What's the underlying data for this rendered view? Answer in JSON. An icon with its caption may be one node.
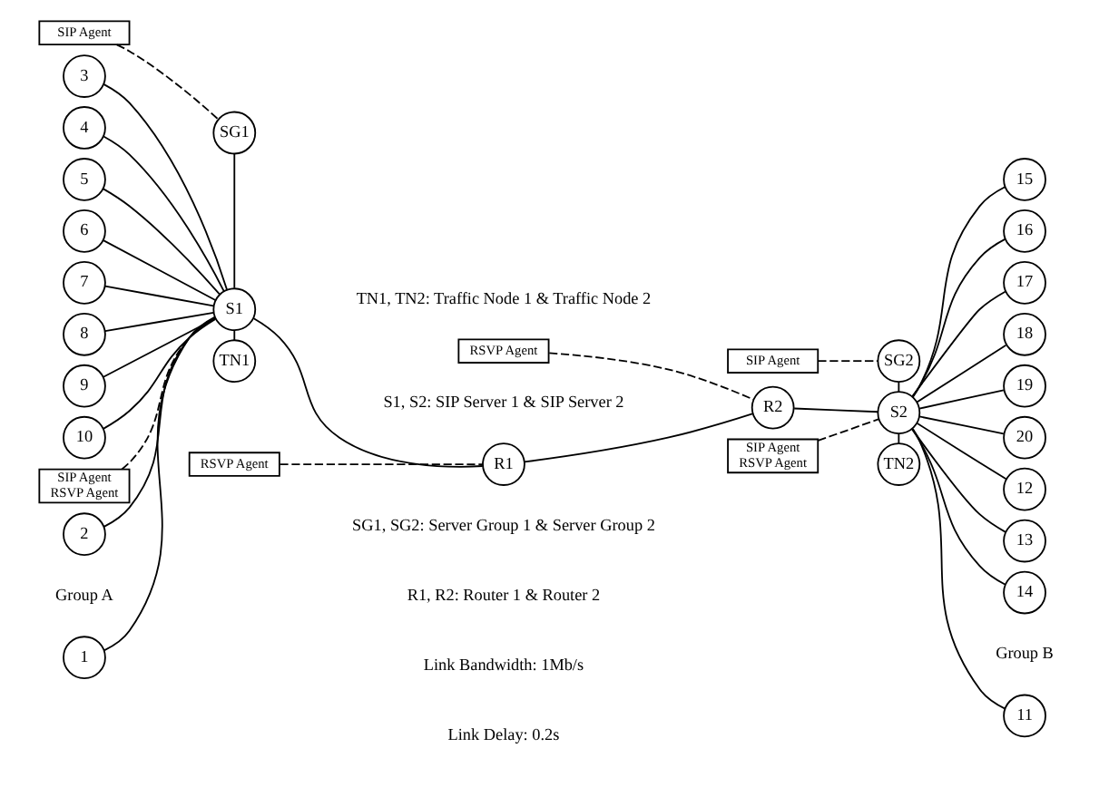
{
  "diagram": {
    "nodes": [
      {
        "text": [
          "SIP Agent"
        ]
      },
      {
        "text": [
          "SIP Agent"
        ]
      },
      {
        "text": [
          "SG1"
        ]
      },
      {
        "text": [
          "SG2"
        ]
      },
      {
        "text": [
          "1"
        ]
      },
      {
        "text": [
          "2"
        ]
      },
      {
        "text": [
          "3"
        ]
      },
      {
        "text": [
          "4"
        ]
      },
      {
        "text": [
          "5"
        ]
      },
      {
        "text": [
          "6"
        ]
      },
      {
        "text": [
          "7"
        ]
      },
      {
        "text": [
          "8"
        ]
      },
      {
        "text": [
          "9"
        ]
      },
      {
        "text": [
          "10"
        ]
      },
      {
        "text": [
          "SIP Agent",
          "RSVP Agent"
        ]
      },
      {
        "text": [
          "SIP Agent",
          "RSVP Agent"
        ]
      },
      {
        "text": [
          "S1"
        ]
      },
      {
        "text": [
          "R1"
        ]
      },
      {
        "text": [
          "R2"
        ]
      },
      {
        "text": [
          "S2"
        ]
      },
      {
        "text": [
          "RSVP Agent"
        ]
      },
      {
        "text": [
          "RSVP Agent"
        ]
      },
      {
        "text": [
          "TN1"
        ]
      },
      {
        "text": [
          "TN2"
        ]
      },
      {
        "text": [
          "11"
        ]
      },
      {
        "text": [
          "12"
        ]
      },
      {
        "text": [
          "13"
        ]
      },
      {
        "text": [
          "14"
        ]
      },
      {
        "text": [
          "15"
        ]
      },
      {
        "text": [
          "16"
        ]
      },
      {
        "text": [
          "17"
        ]
      },
      {
        "text": [
          "18"
        ]
      },
      {
        "text": [
          "19"
        ]
      },
      {
        "text": [
          "20"
        ]
      }
    ],
    "edges": [
      {
        "from": 0,
        "to": 2,
        "arrow": "none",
        "style": "dashed"
      },
      {
        "from": 1,
        "to": 3,
        "arrow": "none",
        "style": "dashed"
      },
      {
        "from": 2,
        "to": 16,
        "arrow": "none"
      },
      {
        "from": 3,
        "to": 19,
        "arrow": "none"
      },
      {
        "from": 4,
        "to": 16,
        "arrow": "none"
      },
      {
        "from": 5,
        "to": 16,
        "arrow": "none"
      },
      {
        "from": 6,
        "to": 16,
        "arrow": "none"
      },
      {
        "from": 7,
        "to": 16,
        "arrow": "none"
      },
      {
        "from": 8,
        "to": 16,
        "arrow": "none"
      },
      {
        "from": 9,
        "to": 16,
        "arrow": "none"
      },
      {
        "from": 10,
        "to": 16,
        "arrow": "none"
      },
      {
        "from": 11,
        "to": 16,
        "arrow": "none"
      },
      {
        "from": 12,
        "to": 16,
        "arrow": "none"
      },
      {
        "from": 13,
        "to": 16,
        "arrow": "none"
      },
      {
        "from": 14,
        "to": 16,
        "arrow": "none",
        "style": "dashed"
      },
      {
        "from": 15,
        "to": 19,
        "arrow": "none",
        "style": "dashed"
      },
      {
        "from": 16,
        "to": 17,
        "arrow": "none"
      },
      {
        "from": 17,
        "to": 18,
        "arrow": "none"
      },
      {
        "from": 18,
        "to": 19,
        "arrow": "none"
      },
      {
        "from": 20,
        "to": 17,
        "arrow": "none",
        "style": "dashed"
      },
      {
        "from": 21,
        "to": 18,
        "arrow": "none",
        "style": "dashed"
      },
      {
        "from": 16,
        "to": 22,
        "arrow": "none"
      },
      {
        "from": 19,
        "to": 23,
        "arrow": "none"
      },
      {
        "from": 19,
        "to": 24,
        "arrow": "none"
      },
      {
        "from": 19,
        "to": 25,
        "arrow": "none"
      },
      {
        "from": 19,
        "to": 26,
        "arrow": "none"
      },
      {
        "from": 19,
        "to": 27,
        "arrow": "none"
      },
      {
        "from": 19,
        "to": 28,
        "arrow": "none"
      },
      {
        "from": 19,
        "to": 29,
        "arrow": "none"
      },
      {
        "from": 19,
        "to": 30,
        "arrow": "none"
      },
      {
        "from": 19,
        "to": 31,
        "arrow": "none"
      },
      {
        "from": 19,
        "to": 32,
        "arrow": "none"
      },
      {
        "from": 19,
        "to": 33,
        "arrow": "none"
      }
    ],
    "labels": [
      "Group A",
      "Group B",
      "TN1, TN2: Traffic Node 1 & Traffic Node 2",
      "S1, S2: SIP Server 1 & SIP Server 2",
      "SG1, SG2: Server Group 1 & Server Group 2",
      "R1, R2: Router 1 & Router 2",
      "Link Bandwidth: 1Mb/s",
      "Link Delay: 0.2s"
    ]
  }
}
